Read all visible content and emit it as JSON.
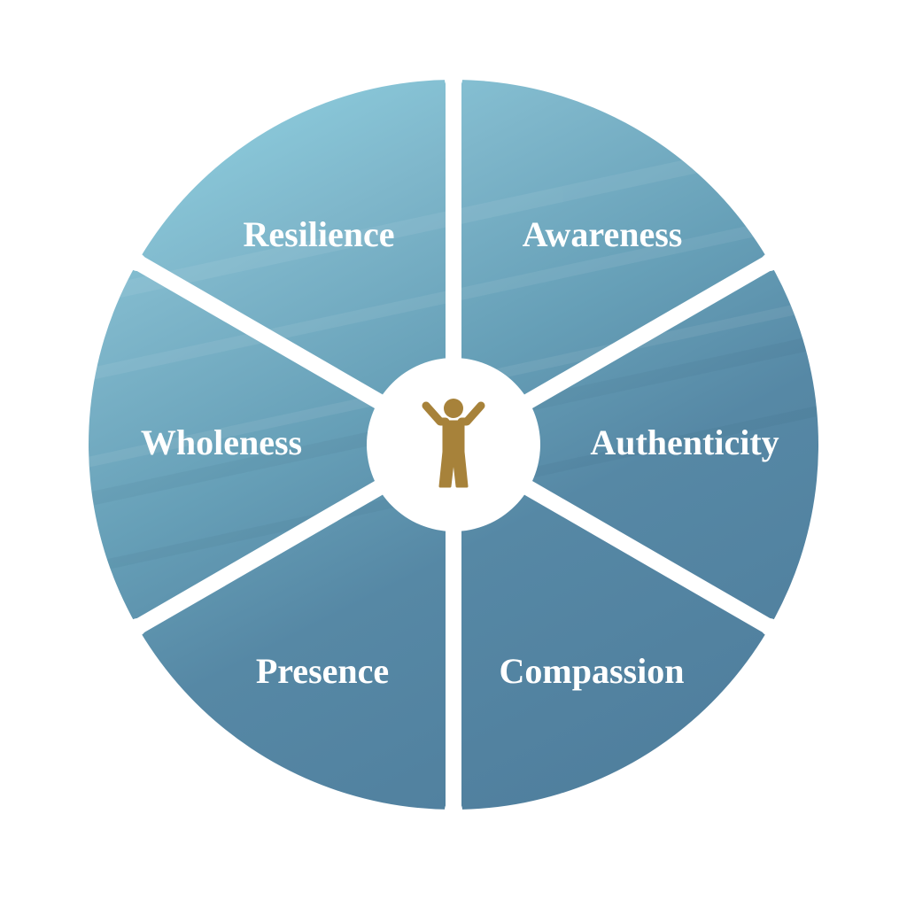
{
  "diagram": {
    "segments": [
      {
        "label": "Resilience"
      },
      {
        "label": "Awareness"
      },
      {
        "label": "Authenticity"
      },
      {
        "label": "Compassion"
      },
      {
        "label": "Presence"
      },
      {
        "label": "Wholeness"
      }
    ],
    "center_icon": "person-arms-raised-icon",
    "colors": {
      "segment_light": "#86c6d8",
      "segment_mid": "#6aa6bd",
      "segment_dark": "#52809f",
      "center_bg": "#ffffff",
      "icon": "#a7823a",
      "label": "#ffffff"
    }
  }
}
